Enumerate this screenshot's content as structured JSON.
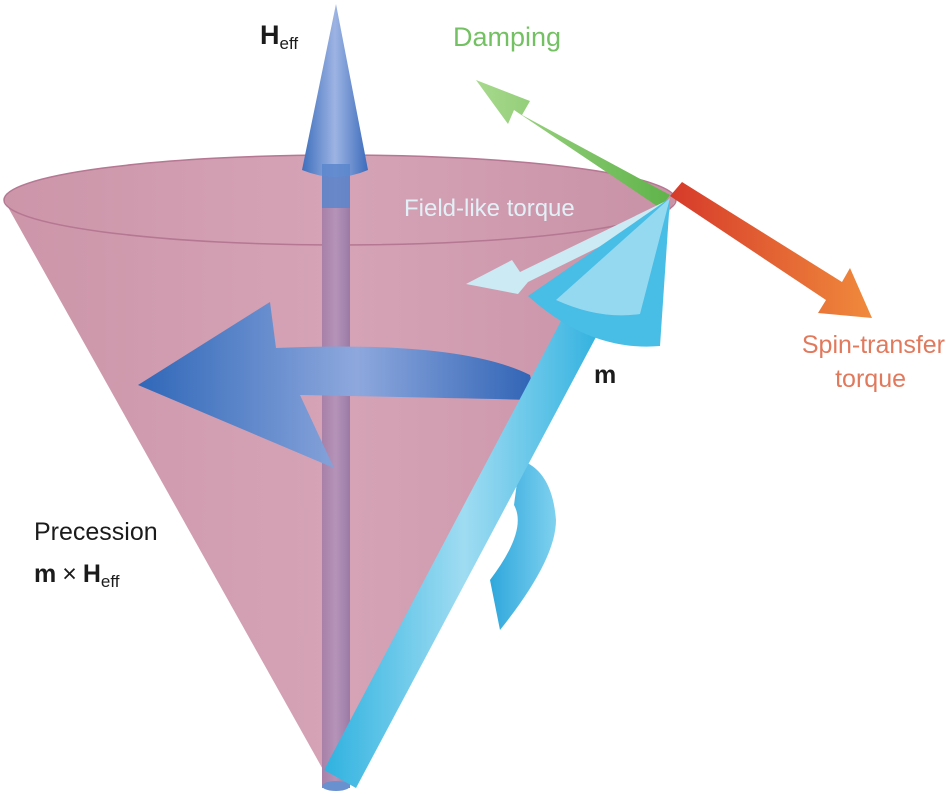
{
  "labels": {
    "heff_main": "H",
    "heff_sub": "eff",
    "damping": "Damping",
    "field_like": "Field-like torque",
    "spin_transfer_line1": "Spin-transfer",
    "spin_transfer_line2": "torque",
    "m": "m",
    "precession_line1": "Precession",
    "precession_m": "m",
    "precession_times": "×",
    "precession_h": "H",
    "precession_sub": "eff"
  },
  "colors": {
    "cone_fill": "#c98ea3",
    "heff_arrow": "#4f7fc8",
    "m_arrow": "#56c2e6",
    "damping": "#7cbf5c",
    "spin_transfer": "#e3582c",
    "field_like": "#c7e9f3",
    "precession_arrow": "#3f76c2",
    "damping_text": "#74c163",
    "spin_transfer_text": "#e1795d",
    "field_like_text": "#dfeff6"
  }
}
